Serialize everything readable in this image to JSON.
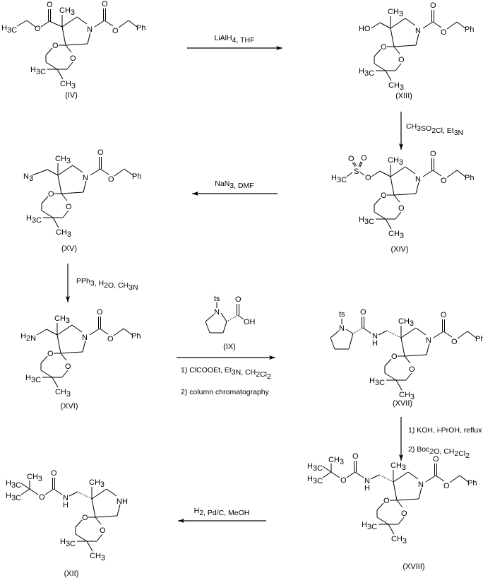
{
  "scheme": {
    "compounds": [
      {
        "id": "IV",
        "label": "(IV)",
        "left_group": "ester",
        "left_text": "H3C"
      },
      {
        "id": "XIII",
        "label": "(XIII)",
        "left_group": "hydroxymethyl",
        "left_text": "HO"
      },
      {
        "id": "XIV",
        "label": "(XIV)",
        "left_group": "mesylate",
        "left_text": "H3C"
      },
      {
        "id": "XV",
        "label": "(XV)",
        "left_group": "azidomethyl",
        "left_text": "N3"
      },
      {
        "id": "XVI",
        "label": "(XVI)",
        "left_group": "aminomethyl",
        "left_text": "H2N"
      },
      {
        "id": "IX",
        "label": "(IX)",
        "left_group": "ts-proline",
        "left_text": "ts"
      },
      {
        "id": "XVII",
        "label": "(XVII)",
        "left_group": "ts-prolinamide",
        "left_text": "ts"
      },
      {
        "id": "XVIII",
        "label": "(XVIII)",
        "left_group": "boc-amine",
        "left_text": "H3C"
      },
      {
        "id": "XII",
        "label": "(XII)",
        "left_group": "boc-amine-nh",
        "left_text": "H3C"
      }
    ],
    "atoms": {
      "ch3": "CH",
      "three": "3",
      "h3": "H",
      "c": "C",
      "o": "O",
      "n": "N",
      "ph": "Ph",
      "nh": "NH",
      "ho": "HO",
      "s": "S",
      "h": "H",
      "oh": "OH",
      "ts": "ts",
      "two": "2"
    },
    "reactions": [
      {
        "id": "r1",
        "from": "IV",
        "to": "XIII",
        "direction": "right",
        "reagents": [
          "LiAlH4, THF"
        ]
      },
      {
        "id": "r2",
        "from": "XIII",
        "to": "XIV",
        "direction": "down",
        "reagents": [
          "CH3SO2Cl, Et3N"
        ]
      },
      {
        "id": "r3",
        "from": "XIV",
        "to": "XV",
        "direction": "left",
        "reagents": [
          "NaN3, DMF"
        ]
      },
      {
        "id": "r4",
        "from": "XV",
        "to": "XVI",
        "direction": "down",
        "reagents": [
          "PPh3, H2O, CH3N"
        ]
      },
      {
        "id": "r5",
        "from": "XVI",
        "to": "XVII",
        "direction": "right",
        "reagents": [
          "1) ClCOOEt, Et3N, CH2Cl2",
          "2) column chromatography"
        ],
        "with": "IX"
      },
      {
        "id": "r6",
        "from": "XVII",
        "to": "XVIII",
        "direction": "down",
        "reagents": [
          "1) KOH, i-PrOH, reflux",
          "2) Boc2O, CH2Cl2"
        ]
      },
      {
        "id": "r7",
        "from": "XVIII",
        "to": "XII",
        "direction": "left",
        "reagents": [
          "H2, Pd/C, MeOH"
        ]
      }
    ]
  }
}
